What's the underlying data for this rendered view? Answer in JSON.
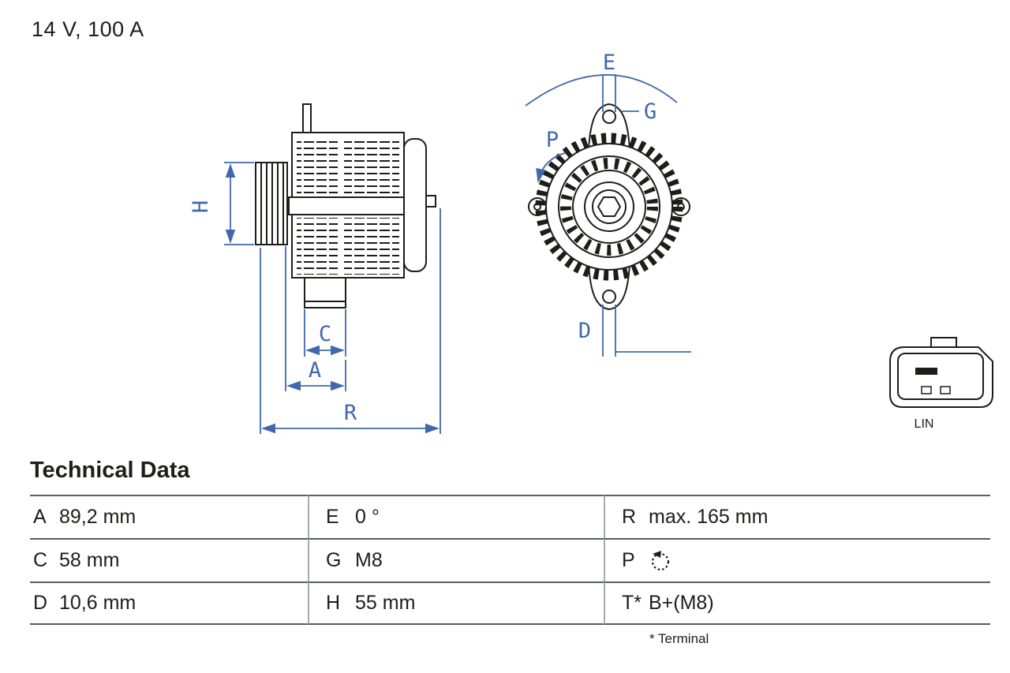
{
  "header": {
    "title": "14 V, 100 A"
  },
  "diagram": {
    "side_view_labels": {
      "H": "H",
      "C": "C",
      "A": "A",
      "R": "R"
    },
    "front_view_labels": {
      "E": "E",
      "G": "G",
      "P": "P",
      "D": "D"
    },
    "connector_label": "LIN",
    "colors": {
      "drawing": "#1d1d1b",
      "dimension": "#4168ad"
    }
  },
  "table": {
    "title": "Technical Data",
    "rows": [
      [
        {
          "label": "A",
          "value": "89,2 mm"
        },
        {
          "label": "E",
          "value": "0 °"
        },
        {
          "label": "R",
          "value": "max. 165 mm"
        }
      ],
      [
        {
          "label": "C",
          "value": "58 mm"
        },
        {
          "label": "G",
          "value": "M8"
        },
        {
          "label": "P",
          "value": "",
          "icon": "rotation-ccw-icon"
        }
      ],
      [
        {
          "label": "D",
          "value": "10,6 mm"
        },
        {
          "label": "H",
          "value": "55 mm"
        },
        {
          "label": "T*",
          "value": "B+(M8)"
        }
      ]
    ],
    "footnote": "* Terminal"
  }
}
